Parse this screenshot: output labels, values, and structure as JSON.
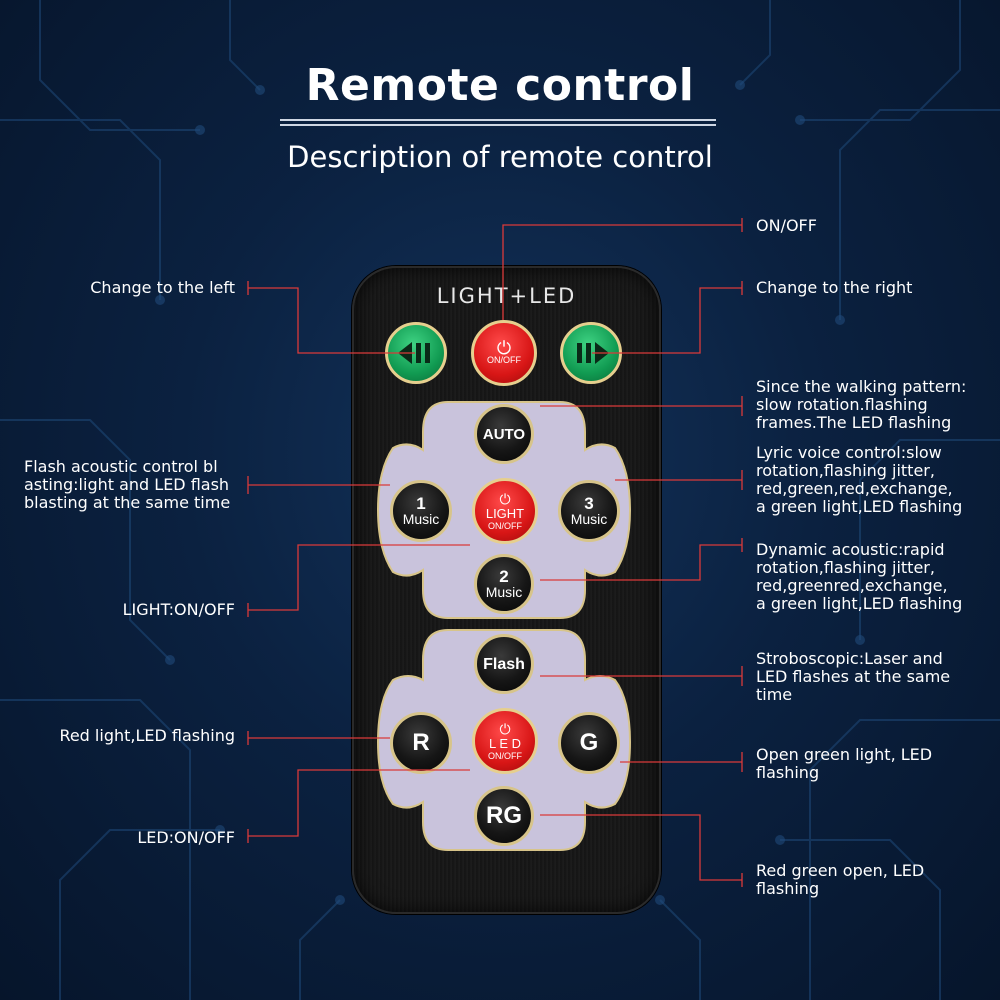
{
  "header": {
    "title": "Remote control",
    "subtitle": "Description of remote control"
  },
  "remote": {
    "brand": "LIGHT+LED",
    "buttons": {
      "prev": {
        "icon": "skip-left-icon"
      },
      "power": {
        "label": "ON/OFF"
      },
      "next": {
        "icon": "skip-right-icon"
      },
      "auto": {
        "label": "AUTO"
      },
      "music1": {
        "num": "1",
        "label": "Music"
      },
      "light": {
        "label": "LIGHT",
        "sub": "ON/OFF"
      },
      "music3": {
        "num": "3",
        "label": "Music"
      },
      "music2": {
        "num": "2",
        "label": "Music"
      },
      "flash": {
        "label": "Flash"
      },
      "r": {
        "label": "R"
      },
      "led": {
        "label": "L E D",
        "sub": "ON/OFF"
      },
      "g": {
        "label": "G"
      },
      "rg": {
        "label": "RG"
      }
    }
  },
  "annotations": {
    "on_off": "ON/OFF",
    "change_left": "Change to the left",
    "change_right": "Change to the right",
    "auto": [
      "Since the walking pattern:",
      "slow rotation.flashing",
      "frames.The LED flashing"
    ],
    "flash_acoustic": [
      "Flash acoustic control bl",
      "asting:light and LED flash",
      "blasting at the same time"
    ],
    "lyric": [
      "Lyric voice control:slow",
      "rotation,flashing jitter,",
      "red,green,red,exchange,",
      "a green light,LED flashing"
    ],
    "dynamic": [
      "Dynamic acoustic:rapid",
      "rotation,flashing jitter,",
      "red,greenred,exchange,",
      "a green light,LED flashing"
    ],
    "light_on_off": "LIGHT:ON/OFF",
    "strobe": [
      "Stroboscopic:Laser and",
      "LED flashes at the same",
      "time"
    ],
    "red_light": "Red light,LED flashing",
    "green_light": [
      "Open green light, LED",
      "flashing"
    ],
    "led_on_off": "LED:ON/OFF",
    "red_green": [
      "Red green open, LED",
      "flashing"
    ]
  },
  "colors": {
    "background": "#0b2140",
    "line": "#d93a3a",
    "bezel": "#c9c3dc",
    "trim": "#d7c48a"
  }
}
